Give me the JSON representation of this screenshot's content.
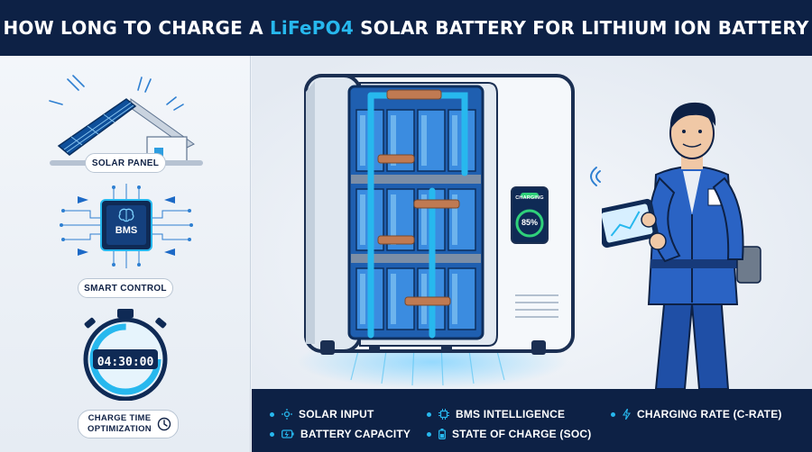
{
  "header": {
    "title_prefix": "HOW LONG TO CHARGE A ",
    "title_accent": "LiFePO4",
    "title_suffix": " SOLAR BATTERY FOR LITHIUM ION BATTERY"
  },
  "left_panel": {
    "solar_label": "SOLAR PANEL",
    "bms_chip_text": "BMS",
    "smart_label": "SMART CONTROL",
    "timer_display": "04:30:00",
    "charge_label_line1": "CHARGE TIME",
    "charge_label_line2": "OPTIMIZATION"
  },
  "battery": {
    "status_text": "CHARGING",
    "soc_text": "85%"
  },
  "legend": {
    "solar_input": "SOLAR INPUT",
    "battery_capacity": "BATTERY CAPACITY",
    "bms_intelligence": "BMS INTELLIGENCE",
    "state_of_charge": "STATE OF CHARGE (SOC)",
    "charging_rate": "CHARGING RATE (C-RATE)"
  },
  "colors": {
    "navy": "#0d2145",
    "accent": "#27b8ee",
    "charge_green": "#2fd07a"
  },
  "icons": [
    "sun-icon",
    "battery-icon",
    "chip-icon",
    "soc-battery-icon",
    "lightning-icon",
    "clock-icon",
    "brain-icon"
  ]
}
